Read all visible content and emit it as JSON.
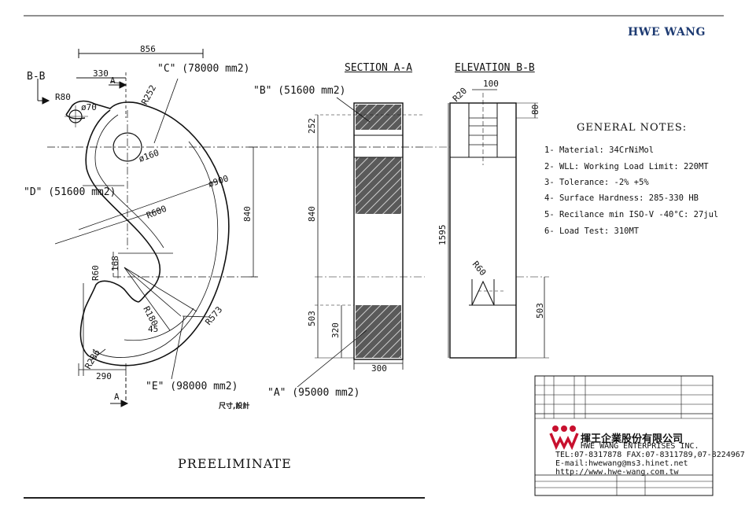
{
  "brand": "HWE WANG",
  "labels": {
    "view_bb": "B-B",
    "area_c": "\"C\" (78000 mm2)",
    "area_b": "\"B\" (51600 mm2)",
    "area_d": "\"D\" (51600 mm2)",
    "area_e": "\"E\" (98000 mm2)",
    "area_a": "\"A\" (95000 mm2)",
    "cut_a_top": "A",
    "cut_a_bottom": "A",
    "size_design": "尺寸,設計",
    "preliminate": "PREELIMINATE"
  },
  "dims_hook": [
    "856",
    "330",
    "R80",
    "ø70",
    "R252",
    "ø160",
    "ø900",
    "R600",
    "840",
    "R60",
    "168",
    "R180",
    "45",
    "R573",
    "R286",
    "290"
  ],
  "section_aa": {
    "title": "SECTION A-A",
    "dims": [
      "252",
      "840",
      "503",
      "320",
      "300"
    ]
  },
  "elevation_bb": {
    "title": "ELEVATION B-B",
    "dims": [
      "100",
      "R20",
      "80",
      "1595",
      "R60",
      "503"
    ]
  },
  "general_notes": {
    "title": "GENERAL NOTES:",
    "items": [
      "1- Material: 34CrNiMol",
      "2- WLL: Working Load Limit: 220MT",
      "3- Tolerance: -2% +5%",
      "4- Surface Hardness: 285-330 HB",
      "5- Recilance min ISO-V -40°C: 27jul",
      "6- Load Test: 310MT"
    ]
  },
  "title_block": {
    "company_cn": "揮王企業股份有限公司",
    "company_en": "HWE WANG ENTERPRISES INC.",
    "tel": "TEL:07-8317878  FAX:07-8311789,07-8224967",
    "email": "E-mail:hwewang@ms3.hinet.net",
    "web": "http://www.hwe-wang.com.tw"
  },
  "colors": {
    "brand": "#1e3b72",
    "logo_red": "#c8102e",
    "line": "#111111"
  }
}
